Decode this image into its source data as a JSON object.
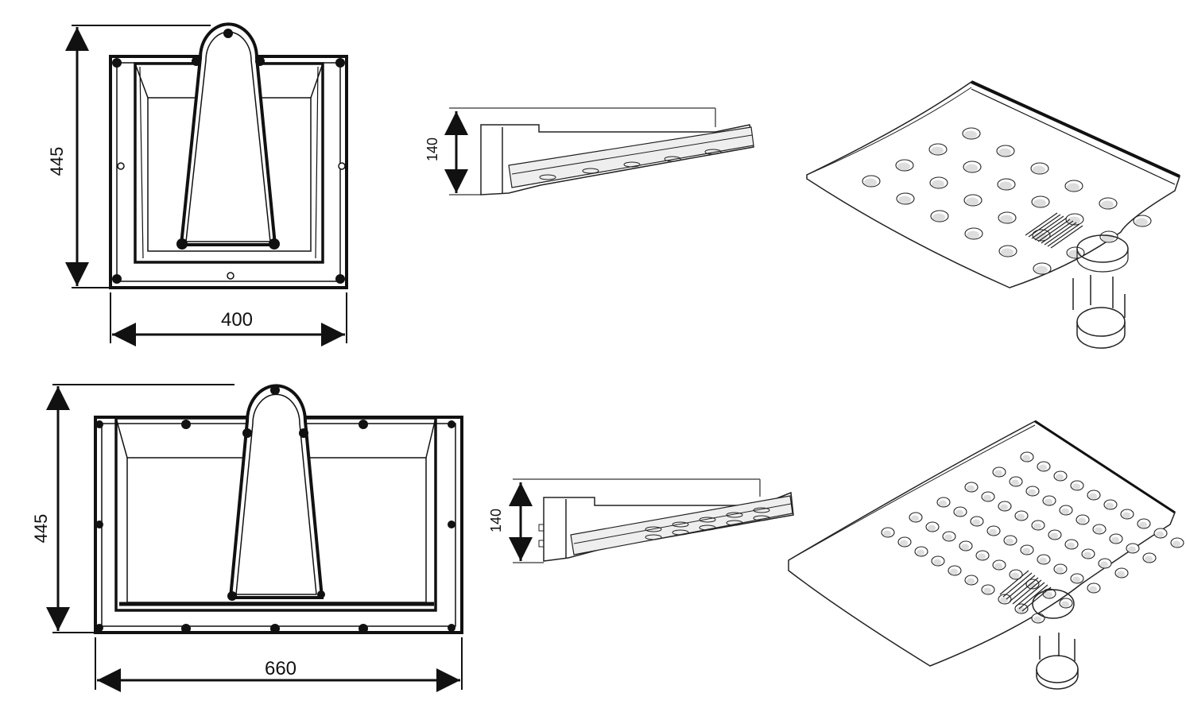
{
  "diagrams": [
    {
      "name": "small-luminaire",
      "front_view": {
        "height_label": "445",
        "width_label": "400"
      },
      "side_view": {
        "depth_label": "140"
      },
      "led_count": 24
    },
    {
      "name": "large-luminaire",
      "front_view": {
        "height_label": "445",
        "width_label": "660"
      },
      "side_view": {
        "depth_label": "140"
      },
      "led_count": 60
    }
  ],
  "colors": {
    "line": "#111111",
    "fill": "#ffffff",
    "shade": "#dddddd"
  }
}
